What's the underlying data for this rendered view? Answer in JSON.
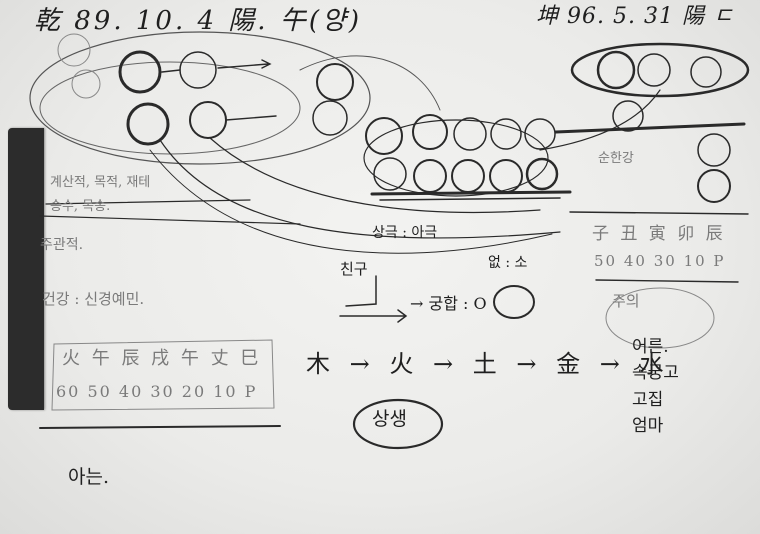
{
  "photo": {
    "subject": "",
    "paper_color": "#ededeb",
    "ink_color": "#1f1f1f"
  },
  "notes": {
    "header_left": "乾 89. 10. 4 陽. 午(양)",
    "header_right": "坤 96. 5. 31 陽 ㄷ",
    "calc_line": "계산적, 목적, 재테",
    "song_line": "송수, 목송.",
    "junsik": "주관적.",
    "health": "건강 : 신경예민.",
    "pillars_top": "火 午 辰 戌 午 丈 巳",
    "pillars_bottom": "60 50 40 30 20 10 P",
    "sanggu": "상극 : 아극",
    "uneum": "없 : 소",
    "chinggu": "친구",
    "tonghap": "→ 궁합 : O",
    "cycle": "木 → 火 → 土 → 金 → 水",
    "sangsaeng": "상생",
    "ahneun": "아는.",
    "right_row1": "子 丑 寅 卯 辰",
    "right_row2": "50 40 30 10 P",
    "caution": "주의",
    "list": [
      "어른.",
      "속궁고",
      "고집",
      "엄마"
    ],
    "suntaga": "순한강"
  }
}
